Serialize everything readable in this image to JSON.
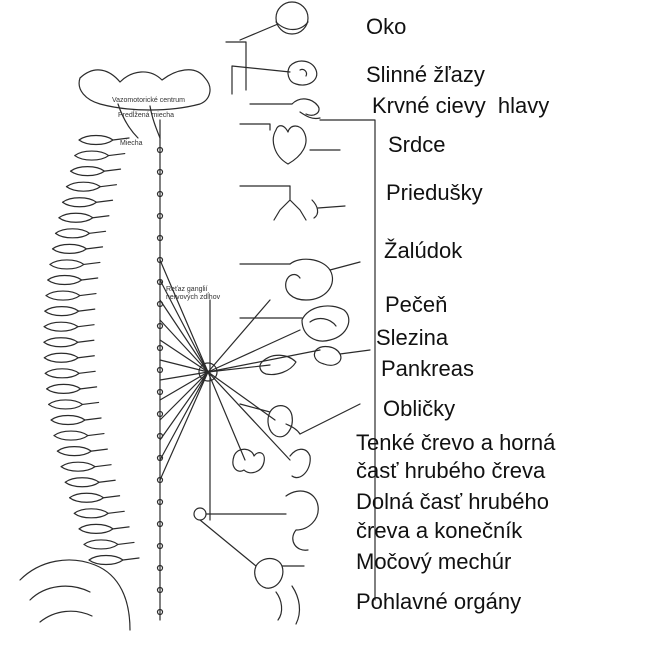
{
  "colors": {
    "ink": "#2b2b2b",
    "background": "#ffffff"
  },
  "figure": {
    "small_labels": [
      "Vazomotorické centrum",
      "Predĺžená miecha",
      "Miecha",
      "Reťaz ganglií nervových zdĺhov"
    ],
    "organs": [
      {
        "id": "oko",
        "label": "Oko"
      },
      {
        "id": "slinne-zlazy",
        "label": "Slinné žľazy"
      },
      {
        "id": "krvne-cievy-hlavy",
        "label": "Krvné cievy  hlavy"
      },
      {
        "id": "srdce",
        "label": "Srdce"
      },
      {
        "id": "priedusky",
        "label": "Priedušky"
      },
      {
        "id": "zaludok",
        "label": "Žalúdok"
      },
      {
        "id": "pecen",
        "label": "Pečeň"
      },
      {
        "id": "slezina",
        "label": "Slezina"
      },
      {
        "id": "pankreas",
        "label": "Pankreas"
      },
      {
        "id": "oblicky",
        "label": "Obličky"
      },
      {
        "id": "tenke-crevo-1",
        "label": "Tenké črevo a horná"
      },
      {
        "id": "tenke-crevo-2",
        "label": "časť hrubého čreva"
      },
      {
        "id": "dolna-cast-1",
        "label": "Dolná časť hrubého"
      },
      {
        "id": "dolna-cast-2",
        "label": "čreva a konečník"
      },
      {
        "id": "mocovy-mechur",
        "label": "Močový mechúr"
      },
      {
        "id": "pohlavne-organy",
        "label": "Pohlavné orgány"
      }
    ]
  }
}
